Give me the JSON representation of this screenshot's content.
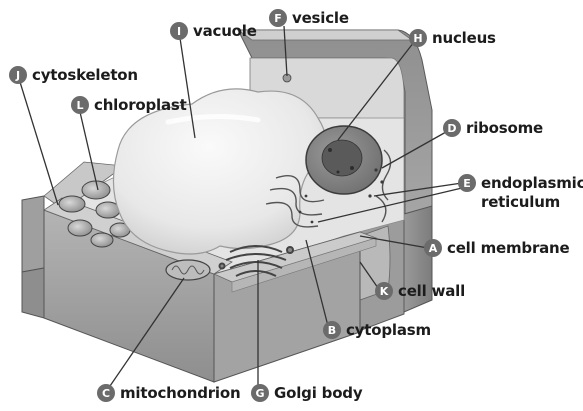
{
  "labels": {
    "vacuole": {
      "letter": "I",
      "text": "vacuole"
    },
    "vesicle": {
      "letter": "F",
      "text": "vesicle"
    },
    "nucleus": {
      "letter": "H",
      "text": "nucleus"
    },
    "cytoskeleton": {
      "letter": "J",
      "text": "cytoskeleton"
    },
    "chloroplast": {
      "letter": "L",
      "text": "chloroplast"
    },
    "ribosome": {
      "letter": "D",
      "text": "ribosome"
    },
    "er_line1": {
      "letter": "E",
      "text": "endoplasmic"
    },
    "er_line2": {
      "text": "reticulum"
    },
    "cell_membrane": {
      "letter": "A",
      "text": "cell membrane"
    },
    "cell_wall": {
      "letter": "K",
      "text": "cell wall"
    },
    "cytoplasm": {
      "letter": "B",
      "text": "cytoplasm"
    },
    "mitochondrion": {
      "letter": "C",
      "text": "mitochondrion"
    },
    "golgi": {
      "letter": "G",
      "text": "Golgi body"
    }
  },
  "colors": {
    "badge": "#6b6b6b",
    "wall_front": "#a9a9a9",
    "wall_top": "#c6c6c6",
    "cytoplasm": "#e6e6e6",
    "vacuole": "#ececec"
  }
}
